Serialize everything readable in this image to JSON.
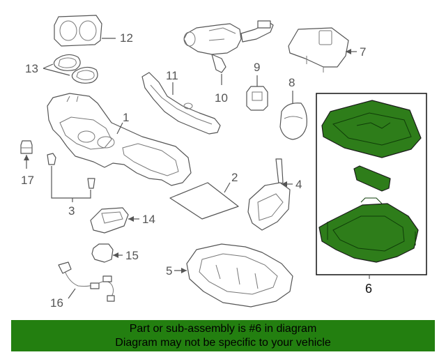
{
  "diagram": {
    "callouts": [
      {
        "id": "1",
        "text": "1"
      },
      {
        "id": "2",
        "text": "2"
      },
      {
        "id": "3",
        "text": "3"
      },
      {
        "id": "4",
        "text": "4"
      },
      {
        "id": "5",
        "text": "5"
      },
      {
        "id": "6",
        "text": "6"
      },
      {
        "id": "7",
        "text": "7"
      },
      {
        "id": "8",
        "text": "8"
      },
      {
        "id": "9",
        "text": "9"
      },
      {
        "id": "10",
        "text": "10"
      },
      {
        "id": "11",
        "text": "11"
      },
      {
        "id": "12",
        "text": "12"
      },
      {
        "id": "13",
        "text": "13"
      },
      {
        "id": "14",
        "text": "14"
      },
      {
        "id": "15",
        "text": "15"
      },
      {
        "id": "16",
        "text": "16"
      },
      {
        "id": "17",
        "text": "17"
      }
    ],
    "highlighted_part": "6",
    "colors": {
      "highlight": "#2e7d1a",
      "banner": "#237f10",
      "line": "#555555"
    }
  },
  "banner": {
    "line1": "Part or sub-assembly is #6 in diagram",
    "line2": "Diagram may not be specific to your vehicle"
  }
}
